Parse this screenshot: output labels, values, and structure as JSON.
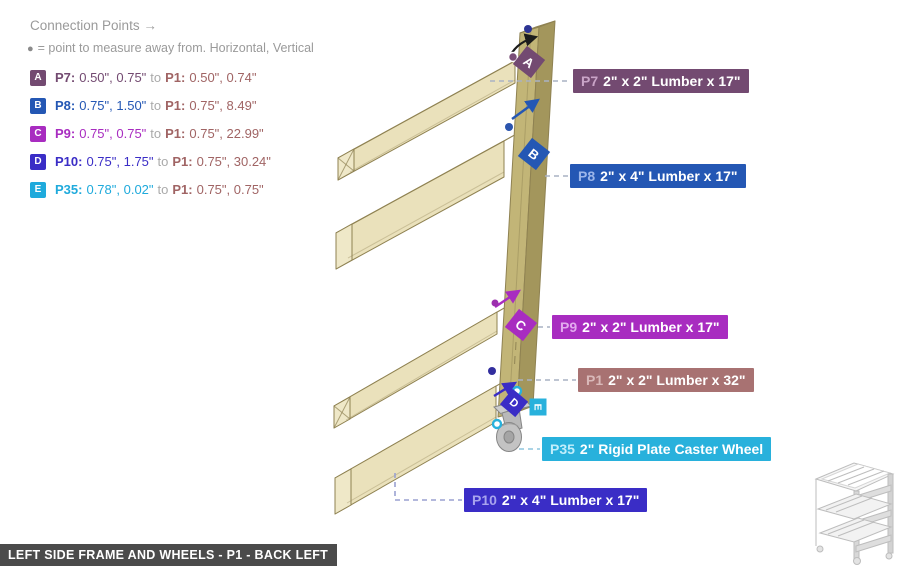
{
  "header": {
    "title": "Connection Points →",
    "legend_bullet": "●",
    "legend_note": "= point to measure away from. Horizontal, Vertical"
  },
  "connections": [
    {
      "letter": "A",
      "part": "P7:",
      "part_values": "0.50\", 0.75\"",
      "to": "to",
      "ref": "P1:",
      "ref_values": "0.50\", 0.74\"",
      "color": "#734a71"
    },
    {
      "letter": "B",
      "part": "P8:",
      "part_values": "0.75\", 1.50\"",
      "to": "to",
      "ref": "P1:",
      "ref_values": "0.75\", 8.49\"",
      "color": "#2457b4"
    },
    {
      "letter": "C",
      "part": "P9:",
      "part_values": "0.75\", 0.75\"",
      "to": "to",
      "ref": "P1:",
      "ref_values": "0.75\", 22.99\"",
      "color": "#a82cc0"
    },
    {
      "letter": "D",
      "part": "P10:",
      "part_values": "0.75\", 1.75\"",
      "to": "to",
      "ref": "P1:",
      "ref_values": "0.75\", 30.24\"",
      "color": "#3a2dc6"
    },
    {
      "letter": "E",
      "part": "P35:",
      "part_values": "0.78\", 0.02\"",
      "to": "to",
      "ref": "P1:",
      "ref_values": "0.75\", 0.75\"",
      "color": "#1faadc"
    }
  ],
  "part_labels": [
    {
      "id": "P7",
      "desc": "2\" x 2\" Lumber x 17\"",
      "color": "#734a71"
    },
    {
      "id": "P8",
      "desc": "2\" x 4\" Lumber x 17\"",
      "color": "#2457b4"
    },
    {
      "id": "P9",
      "desc": "2\" x 2\" Lumber x 17\"",
      "color": "#a82cc0"
    },
    {
      "id": "P1",
      "desc": "2\" x 2\" Lumber x 32\"",
      "color": "#a87272"
    },
    {
      "id": "P35",
      "desc": "2\" Rigid Plate Caster Wheel",
      "color": "#28b1dc"
    },
    {
      "id": "P10",
      "desc": "2\" x 4\" Lumber x 17\"",
      "color": "#3a2dc6"
    }
  ],
  "footer": {
    "title": "LEFT SIDE FRAME AND WHEELS - P1 - BACK LEFT"
  },
  "colors": {
    "lumber_top": "#f0e9cb",
    "lumber_front": "#e8dfb6",
    "lumber_end": "#efe8c8",
    "lumber_edge": "#8f8252",
    "post_front": "#c2b577",
    "post_side": "#a3965c",
    "post_top": "#e6dba8",
    "leader_line": "#a9b2c4",
    "caster_gray": "#bfbfbf",
    "footer_bg": "#4b4b4b",
    "background": "#ffffff"
  }
}
